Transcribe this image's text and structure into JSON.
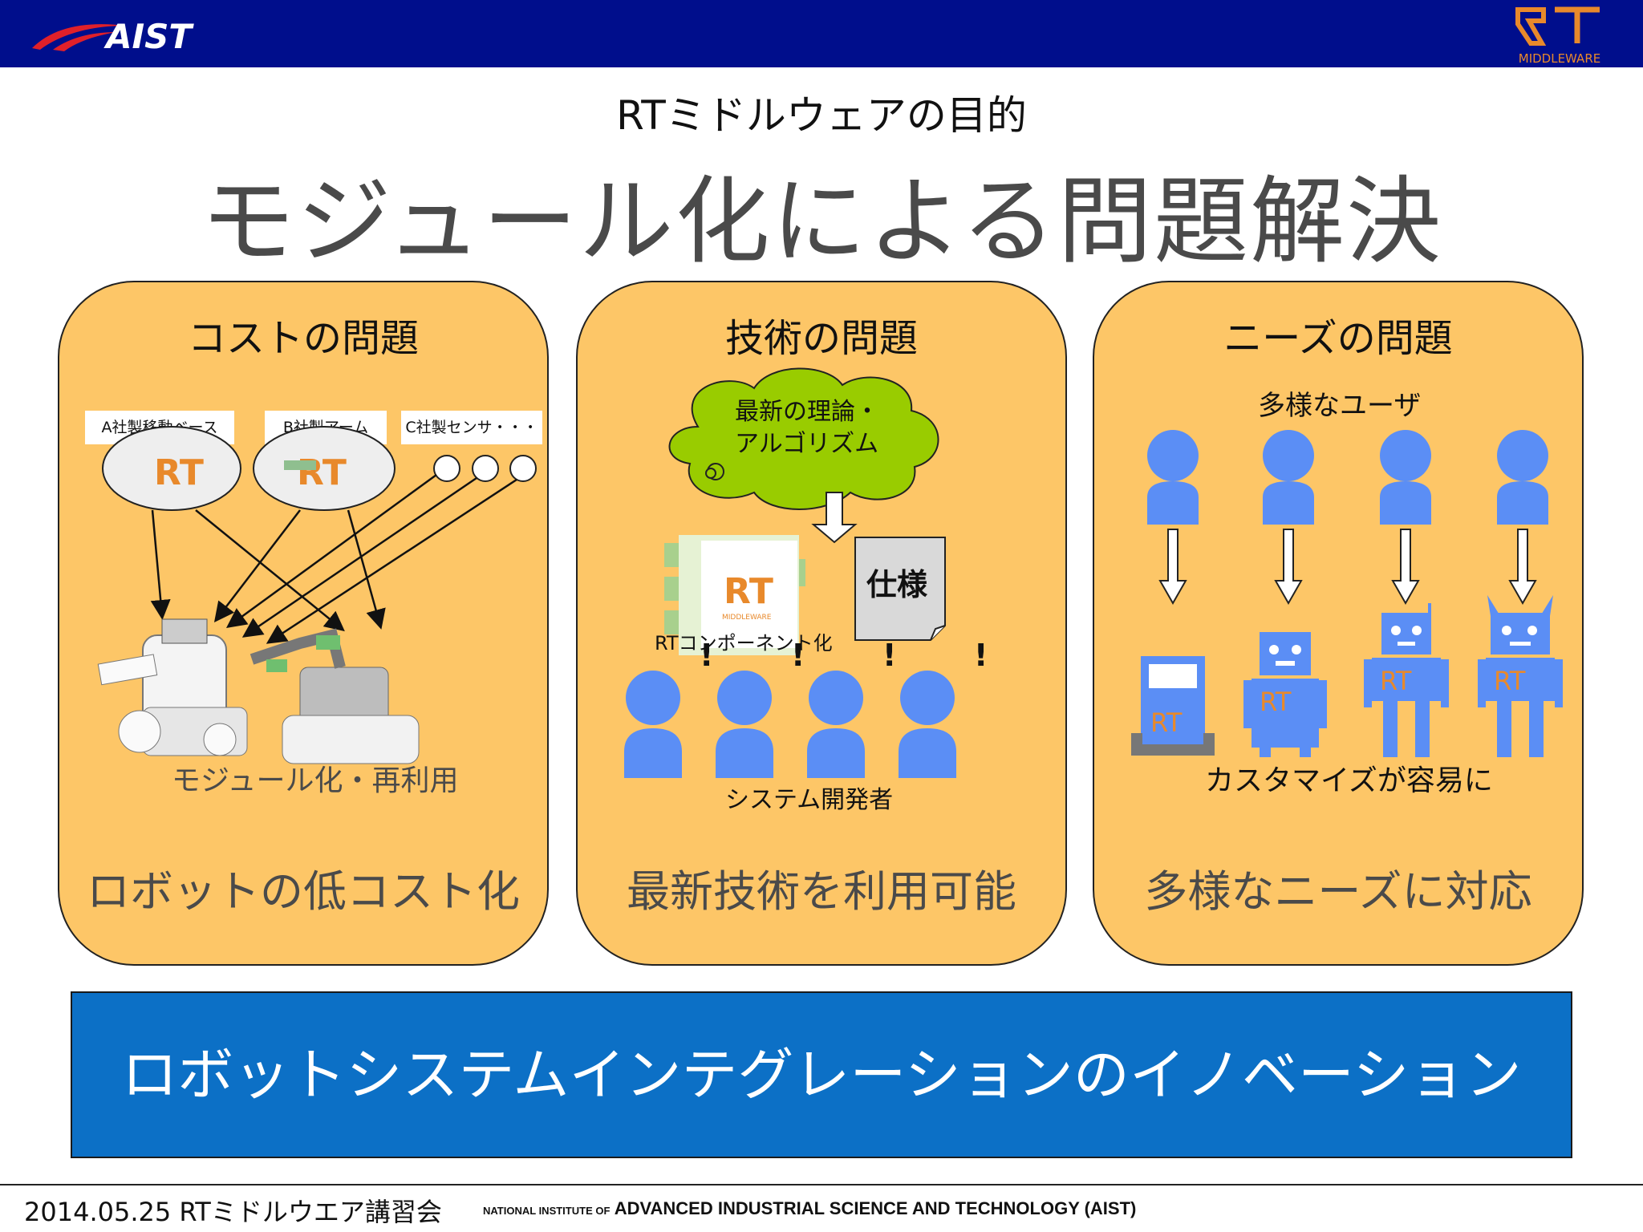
{
  "header": {
    "left_logo": "AIST",
    "right_logo_mark": "RT",
    "right_logo_text": "MIDDLEWARE",
    "bar_color": "#000e8c"
  },
  "subtitle": "RTミドルウェアの目的",
  "title": "モジュール化による問題解決",
  "panels": [
    {
      "title": "コストの問題",
      "vendors": [
        "A社製移動ベース",
        "B社製アーム",
        "C社製センサ・・・"
      ],
      "caption": "モジュール化・再利用",
      "result": "ロボットの低コスト化"
    },
    {
      "title": "技術の問題",
      "cloud_text_1": "最新の理論・",
      "cloud_text_2": "アルゴリズム",
      "spec_label": "仕様",
      "component_label": "RTコンポーネント化",
      "developers_label": "システム開発者",
      "result": "最新技術を利用可能"
    },
    {
      "title": "ニーズの問題",
      "users_label": "多様なユーザ",
      "customize_label": "カスタマイズが容易に",
      "result": "多様なニーズに対応"
    }
  ],
  "banner": "ロボットシステムインテグレーションのイノベーション",
  "footer": {
    "date_text": "2014.05.25 RTミドルウエア講習会",
    "institute_prefix": "NATIONAL INSTITUTE OF",
    "institute_name": "ADVANCED INDUSTRIAL SCIENCE AND TECHNOLOGY (AIST)"
  },
  "colors": {
    "panel": "#fdc667",
    "banner": "#0c70c6",
    "person": "#5b8ef5",
    "cloud": "#99cc00",
    "rt_orange": "#e8892b"
  },
  "icons": [
    "rt-middleware-logo-icon",
    "person-icon",
    "robot-icon",
    "cloud-icon",
    "arrow-down-icon",
    "document-icon"
  ]
}
